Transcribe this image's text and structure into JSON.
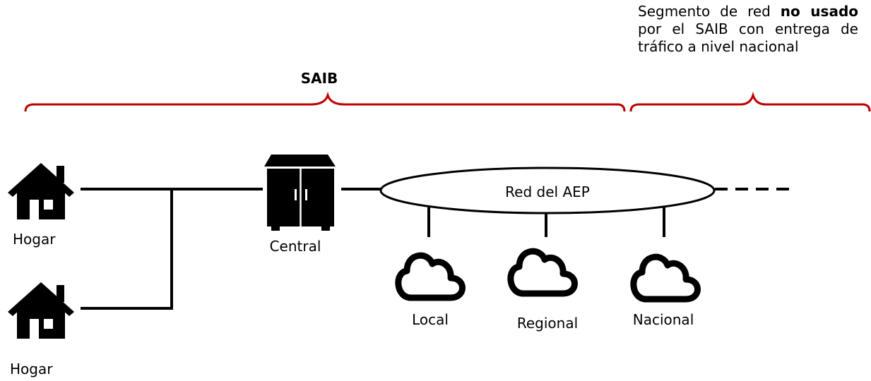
{
  "saib_label": "SAIB",
  "segment_note": {
    "part1": "Segmento de red ",
    "bold1": "no usado",
    "part2": " por el SAIB con entrega de tráfico a nivel nacional"
  },
  "network_label": "Red del AEP",
  "nodes": {
    "home_top": "Hogar",
    "home_bottom": "Hogar",
    "central": "Central",
    "local": "Local",
    "regional": "Regional",
    "national": "Nacional"
  },
  "colors": {
    "bracket": "#c00000",
    "line": "#000000"
  },
  "icons": [
    "house-icon",
    "house-icon",
    "cabinet-icon",
    "cloud-icon",
    "cloud-icon",
    "cloud-icon"
  ]
}
